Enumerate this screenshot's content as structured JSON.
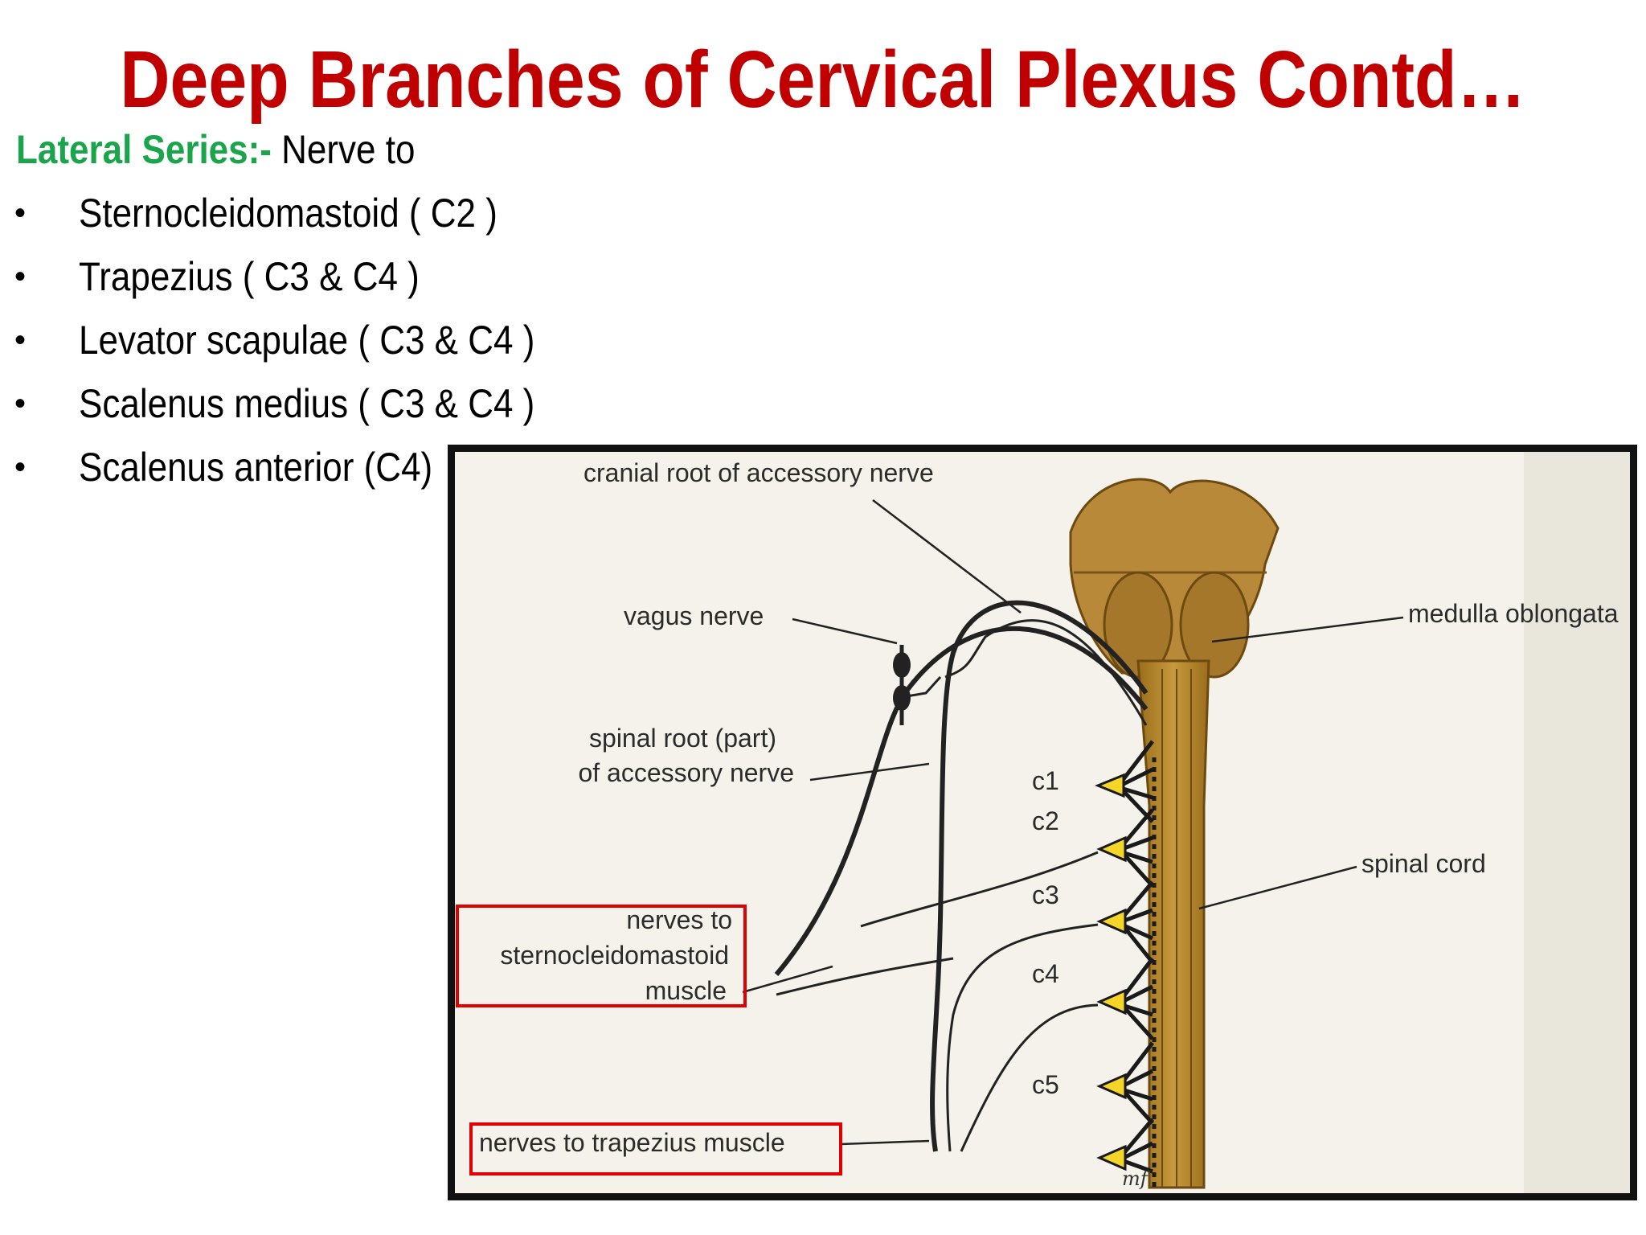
{
  "title": "Deep Branches of Cervical Plexus Contd…",
  "subtitle": {
    "label": "Lateral Series:-",
    "text": " Nerve to"
  },
  "bullets": [
    "Sternocleidomastoid ( C2 )",
    "Trapezius ( C3 & C4 )",
    "Levator scapulae ( C3 & C4 )",
    "Scalenus medius ( C3 & C4 )",
    "Scalenus anterior (C4)"
  ],
  "bullet_glyph": "•",
  "figure": {
    "labels": {
      "cranial_root": "cranial root of accessory nerve",
      "vagus": "vagus nerve",
      "medulla": "medulla oblongata",
      "spinal_root_1": "spinal root (part)",
      "spinal_root_2": "of accessory nerve",
      "spinal_cord": "spinal cord",
      "scm_1": "nerves to",
      "scm_2": "sternocleidomastoid",
      "scm_3": "muscle",
      "trapezius": "nerves to trapezius muscle",
      "c1": "c1",
      "c2": "c2",
      "c3": "c3",
      "c4": "c4",
      "c5": "c5",
      "signature": "mf"
    },
    "colors": {
      "highlight_box": "#e00000",
      "cord": "#b98a2e",
      "ganglion": "#f5d628"
    }
  }
}
